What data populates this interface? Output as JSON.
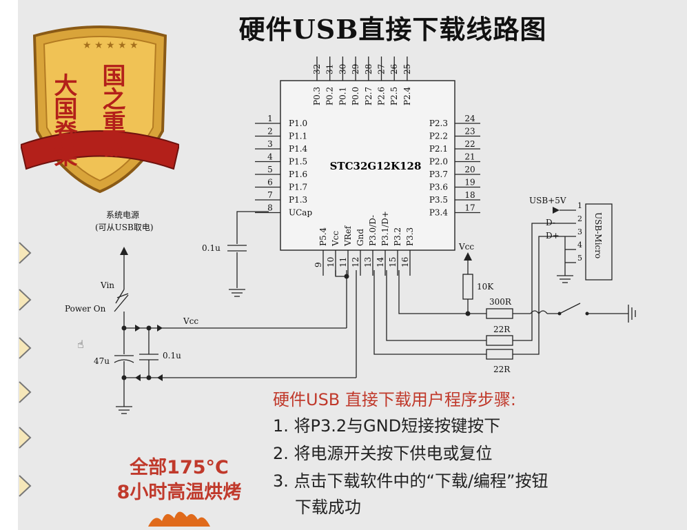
{
  "page": {
    "title": "硬件USB直接下载线路图"
  },
  "badge": {
    "text_col1": "大国脊梁",
    "text_col2": "国之重器"
  },
  "chip": {
    "name": "STC32G12K128",
    "left_pins": [
      {
        "num": "1",
        "label": "P1.0"
      },
      {
        "num": "2",
        "label": "P1.1"
      },
      {
        "num": "3",
        "label": "P1.4"
      },
      {
        "num": "4",
        "label": "P1.5"
      },
      {
        "num": "5",
        "label": "P1.6"
      },
      {
        "num": "6",
        "label": "P1.7"
      },
      {
        "num": "7",
        "label": "P1.3"
      },
      {
        "num": "8",
        "label": "UCap"
      }
    ],
    "top_pins": [
      {
        "num": "32",
        "label": "P0.3"
      },
      {
        "num": "31",
        "label": "P0.2"
      },
      {
        "num": "30",
        "label": "P0.1"
      },
      {
        "num": "29",
        "label": "P0.0"
      },
      {
        "num": "28",
        "label": "P2.7"
      },
      {
        "num": "27",
        "label": "P2.6"
      },
      {
        "num": "26",
        "label": "P2.5"
      },
      {
        "num": "25",
        "label": "P2.4"
      }
    ],
    "right_pins": [
      {
        "num": "24",
        "label": "P2.3"
      },
      {
        "num": "23",
        "label": "P2.2"
      },
      {
        "num": "22",
        "label": "P2.1"
      },
      {
        "num": "21",
        "label": "P2.0"
      },
      {
        "num": "20",
        "label": "P3.7"
      },
      {
        "num": "19",
        "label": "P3.6"
      },
      {
        "num": "18",
        "label": "P3.5"
      },
      {
        "num": "17",
        "label": "P3.4"
      }
    ],
    "bottom_pins": [
      {
        "num": "9",
        "label": "P5.4"
      },
      {
        "num": "10",
        "label": "Vcc"
      },
      {
        "num": "11",
        "label": "VRef"
      },
      {
        "num": "12",
        "label": "Gnd"
      },
      {
        "num": "13",
        "label": "P3.0/D-"
      },
      {
        "num": "14",
        "label": "P3.1/D+"
      },
      {
        "num": "15",
        "label": "P3.2"
      },
      {
        "num": "16",
        "label": "P3.3"
      }
    ]
  },
  "labels": {
    "sys_power": "系统电源",
    "sys_power_sub": "(可从USB取电)",
    "vin": "Vin",
    "power_on": "Power On",
    "vcc": "Vcc",
    "cap_47u": "47u",
    "cap_01u_a": "0.1u",
    "cap_01u_b": "0.1u",
    "vcc_right": "Vcc",
    "r_10k": "10K",
    "r_300": "300R",
    "r_22a": "22R",
    "r_22b": "22R",
    "usb5v": "USB+5V",
    "dminus": "D-",
    "dplus": "D+",
    "usb_micro": "USB-Micro",
    "usb_pins": [
      "1",
      "2",
      "3",
      "4",
      "5"
    ]
  },
  "steps": {
    "title": "硬件USB 直接下载用户程序步骤:",
    "s1": "1. 将P3.2与GND短接按键按下",
    "s2": "2. 将电源开关按下供电或复位",
    "s3": "3. 点击下载软件中的“下载/编程”按钮",
    "s3b": "下载成功"
  },
  "bake": {
    "line1": "全部175°C",
    "line2": "8小时高温烘烤"
  },
  "colors": {
    "badge_gold": "#d9a43a",
    "badge_ribbon": "#b3201a",
    "badge_text": "#b3201a",
    "step_title": "#c0392b",
    "bake": "#c0392b"
  }
}
